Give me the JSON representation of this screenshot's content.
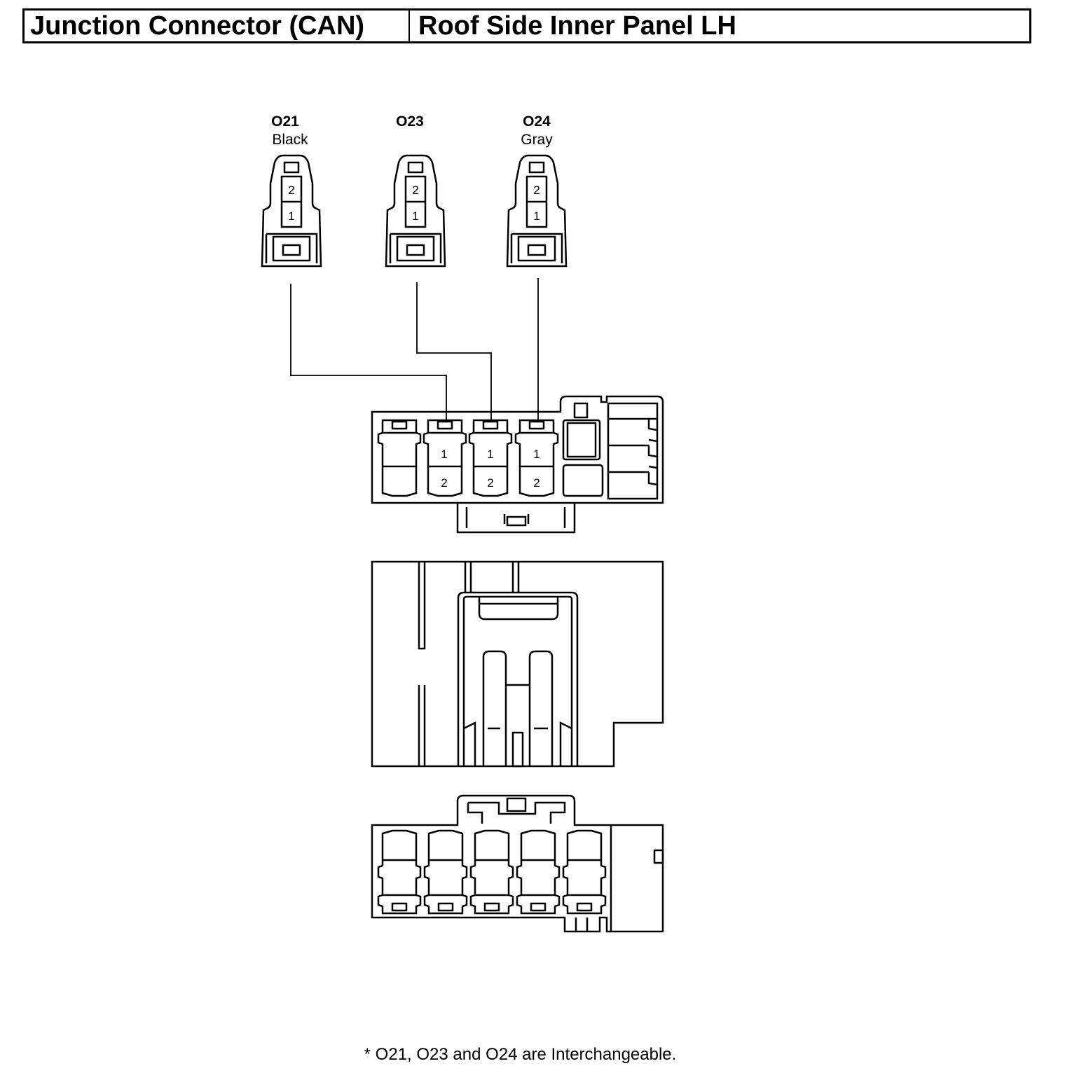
{
  "header": {
    "component": "Junction Connector (CAN)",
    "location": "Roof Side Inner Panel LH"
  },
  "connectors": [
    {
      "id": "O21",
      "color": "Black",
      "pins": [
        "2",
        "1"
      ]
    },
    {
      "id": "O23",
      "color": "",
      "pins": [
        "2",
        "1"
      ]
    },
    {
      "id": "O24",
      "color": "Gray",
      "pins": [
        "2",
        "1"
      ]
    }
  ],
  "junction_block": {
    "cavities": [
      {
        "top": "1",
        "bottom": "2"
      },
      {
        "top": "1",
        "bottom": "2"
      },
      {
        "top": "1",
        "bottom": "2"
      }
    ]
  },
  "note": "* O21, O23 and O24 are Interchangeable."
}
